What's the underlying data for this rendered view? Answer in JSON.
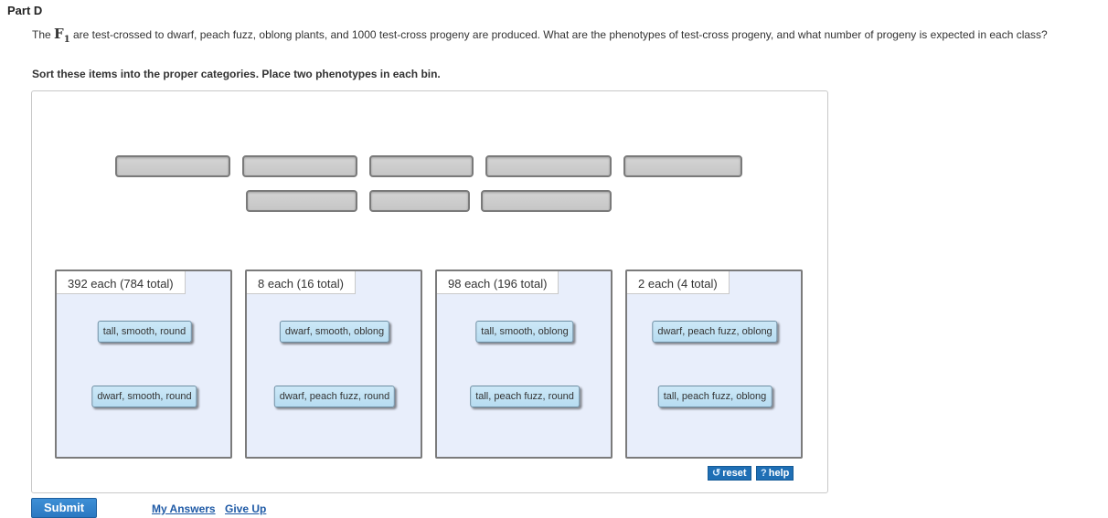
{
  "part": {
    "title": "Part D"
  },
  "question": {
    "prefix": "The",
    "f_symbol": "F",
    "f_subscript": "1",
    "text": "are test-crossed to dwarf, peach fuzz, oblong plants, and 1000 test-cross progeny are produced. What are the phenotypes of test-cross progeny, and what number of progeny is expected in each class?"
  },
  "instruction": "Sort these items into the proper categories. Place two phenotypes in each bin.",
  "bins": [
    {
      "label": "392 each (784 total)",
      "items": [
        "tall, smooth, round",
        "dwarf, smooth, round"
      ]
    },
    {
      "label": "8 each (16 total)",
      "items": [
        "dwarf, smooth, oblong",
        "dwarf, peach fuzz, round"
      ]
    },
    {
      "label": "98 each (196 total)",
      "items": [
        "tall, smooth, oblong",
        "tall, peach fuzz, round"
      ]
    },
    {
      "label": "2 each (4 total)",
      "items": [
        "dwarf, peach fuzz, oblong",
        "tall, peach fuzz, oblong"
      ]
    }
  ],
  "tools": {
    "reset_label": "reset",
    "help_label": "help"
  },
  "footer": {
    "submit_label": "Submit",
    "my_answers_label": "My Answers",
    "give_up_label": "Give Up"
  }
}
